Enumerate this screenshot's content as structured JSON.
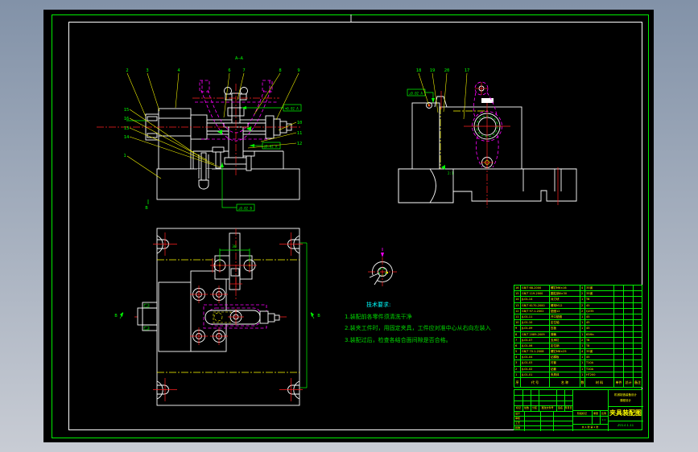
{
  "colors": {
    "canvas": "#000000",
    "frame": "#00ee00",
    "white": "#ffffff",
    "hatch": "#00d200",
    "leader": "#ffff00",
    "balloon": "#00ff00",
    "centerline": "#ff2020",
    "phantom": "#ff00ff",
    "note_head": "#00ffff",
    "note_body": "#00d800"
  },
  "views": {
    "front": {
      "section_label": "A—A",
      "datum_b": "B",
      "balloons_top": [
        "2",
        "3",
        "4",
        "6",
        "7",
        "8",
        "9"
      ],
      "balloons_left": [
        "15",
        "16",
        "13",
        "14"
      ],
      "balloon_bottom_left": "1",
      "balloons_right": [
        "10",
        "11",
        "12"
      ],
      "gdt": [
        "⌖0.02 A",
        "∥0.02 A",
        "⊥0.02 B"
      ]
    },
    "side": {
      "balloons": [
        "18",
        "19",
        "20",
        "17"
      ],
      "gdt": "⊥0.02 A",
      "scale_note": "2:1"
    },
    "plan": {
      "dim_top": "30",
      "section_left": "B",
      "section_right": "B"
    }
  },
  "notes": {
    "heading": "技术要求:",
    "lines": [
      "1.装配前各零件须清洗干净",
      "2.装夹工件时，用固定夹具，工件应对准中心从右向左装入",
      "3.装配过后，检查各结合面间隙是否合格。"
    ]
  },
  "bom": {
    "headers": [
      "序",
      "代 号",
      "名 称",
      "数",
      "材 料",
      "单件",
      "总计",
      "备注"
    ],
    "rows": [
      [
        "16",
        "GB/T 68-2000",
        "螺钉M6×16",
        "4",
        "35钢",
        "",
        "",
        ""
      ],
      [
        "15",
        "GB/T 119-2000",
        "圆柱销6×30",
        "2",
        "35钢",
        "",
        "",
        ""
      ],
      [
        "14",
        "JJ-01-14",
        "对刀块",
        "1",
        "T8",
        "",
        "",
        ""
      ],
      [
        "13",
        "GB/T 6170-2000",
        "螺母M12",
        "2",
        "45",
        "",
        "",
        ""
      ],
      [
        "12",
        "GB/T 97.1-2002",
        "垫圈12",
        "2",
        "Q235",
        "",
        "",
        ""
      ],
      [
        "11",
        "JJ-01-11",
        "开口垫圈",
        "1",
        "45",
        "",
        "",
        ""
      ],
      [
        "10",
        "JJ-01-10",
        "定位轴",
        "1",
        "45",
        "",
        "",
        ""
      ],
      [
        "9",
        "JJ-01-09",
        "压板",
        "1",
        "45",
        "",
        "",
        ""
      ],
      [
        "8",
        "GB/T 2089-2009",
        "弹簧",
        "1",
        "65Mn",
        "",
        "",
        ""
      ],
      [
        "7",
        "JJ-01-07",
        "支承钉",
        "2",
        "T8",
        "",
        "",
        ""
      ],
      [
        "6",
        "JJ-01-06",
        "定位销",
        "1",
        "T8",
        "",
        "",
        ""
      ],
      [
        "5",
        "GB/T 70.1-2008",
        "螺钉M8×25",
        "4",
        "35钢",
        "",
        "",
        ""
      ],
      [
        "4",
        "JJ-01-04",
        "钻模板",
        "1",
        "45",
        "",
        "",
        ""
      ],
      [
        "3",
        "JJ-01-03",
        "衬套",
        "1",
        "T10A",
        "",
        "",
        ""
      ],
      [
        "2",
        "JJ-01-02",
        "钻套",
        "1",
        "T10A",
        "",
        "",
        ""
      ],
      [
        "1",
        "JJ-01-01",
        "夹具体",
        "1",
        "HT200",
        "",
        "",
        ""
      ]
    ]
  },
  "title_block": {
    "revision_labels": [
      "标记",
      "处数",
      "分区",
      "更改文件号",
      "签名",
      "年月日"
    ],
    "sign_labels": [
      "设计",
      "审核",
      "工艺",
      "批准"
    ],
    "stage_labels": [
      "阶段标记",
      "重量",
      "比例"
    ],
    "scale_value": "1:1",
    "sheet_text": "共 1 张 第 1 张",
    "org_line1": "机械制造装备设计",
    "org_line2": "课程设计",
    "title": "夹具装配图",
    "drawing_no": "2013.1.11"
  }
}
